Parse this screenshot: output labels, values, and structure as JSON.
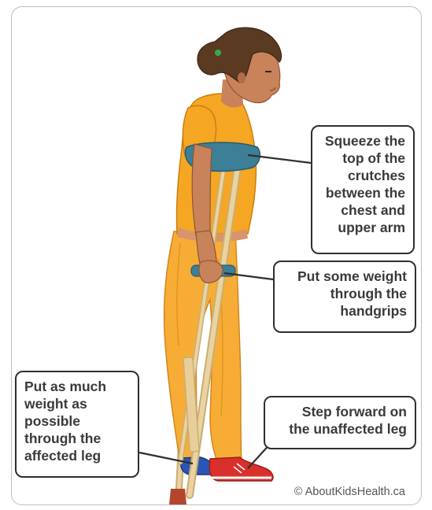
{
  "callouts": {
    "squeeze": "Squeeze the\ntop of the\ncrutches\nbetween the\nchest and\nupper arm",
    "handgrips": "Put some weight\nthrough the\nhandgrips",
    "affected_leg": "Put as much\nweight as\npossible\nthrough the\naffected leg",
    "step_forward": "Step forward on\nthe unaffected leg"
  },
  "copyright": "© AboutKidsHealth.ca",
  "colors": {
    "shirt": "#f5a623",
    "pants": "#f7ad35",
    "skin": "#c8835a",
    "hair": "#5b3a22",
    "crutch": "#e8cf9a",
    "crutch_pad": "#3d7f96",
    "shoe_red": "#d9302c",
    "shoe_blue": "#2b55b5"
  }
}
